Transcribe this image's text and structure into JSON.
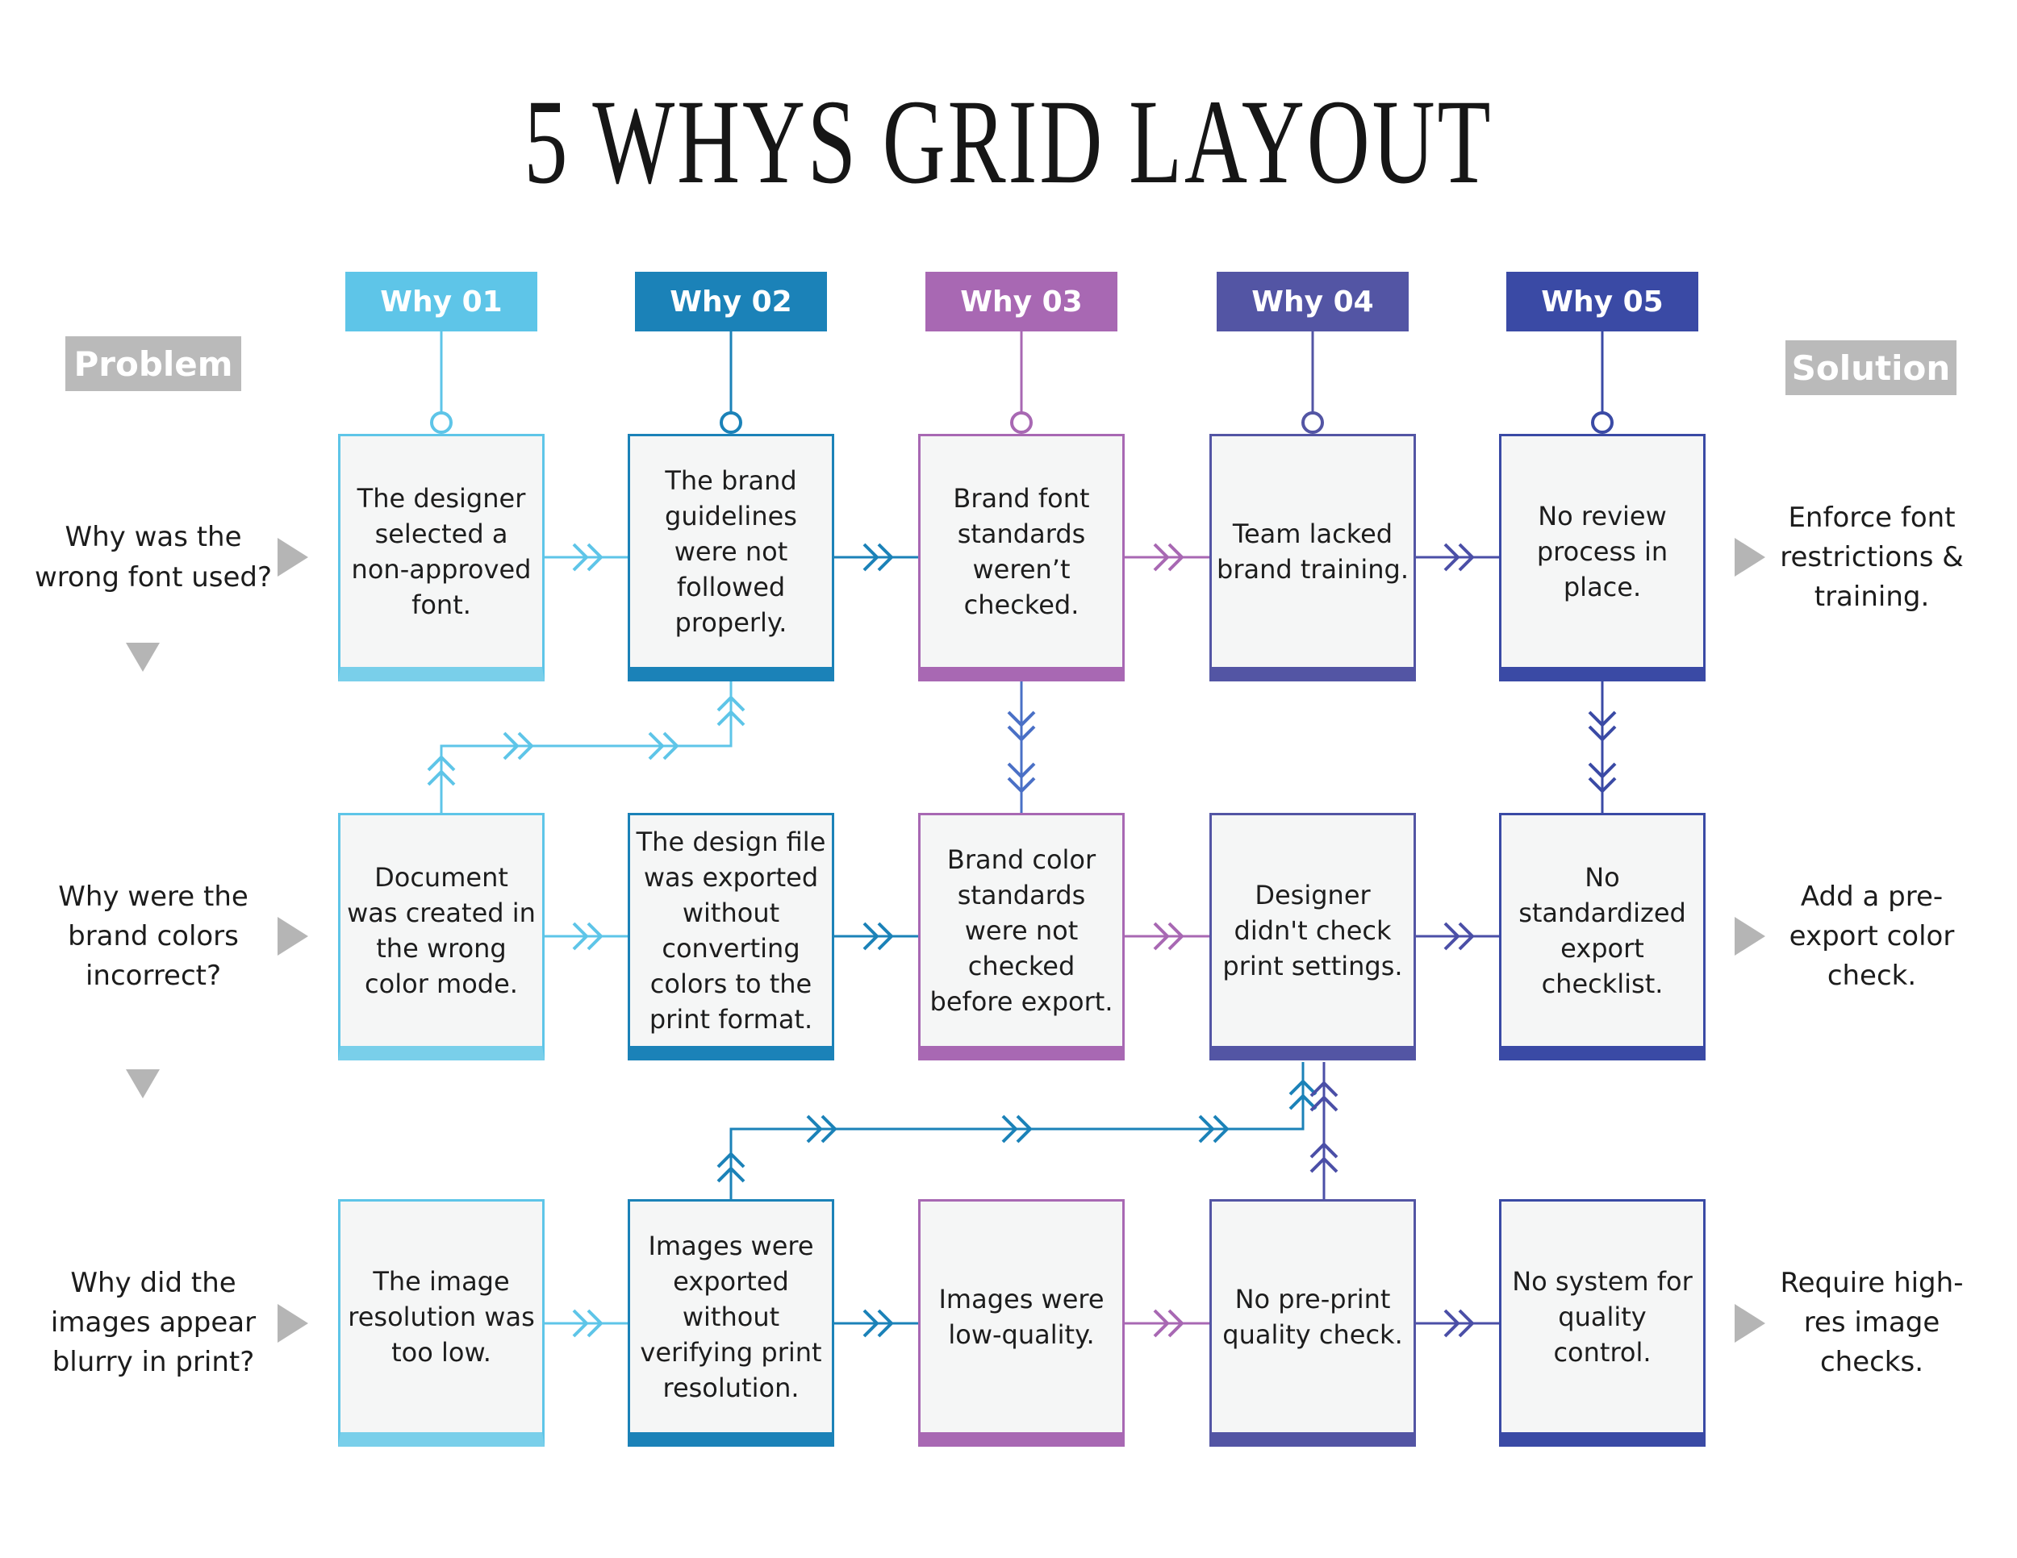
{
  "title": "5 WHYS GRID LAYOUT",
  "labels": {
    "problem": "Problem",
    "solution": "Solution"
  },
  "columns": [
    {
      "id": "why-01",
      "label": "Why 01",
      "color": "#5EC5E8"
    },
    {
      "id": "why-02",
      "label": "Why 02",
      "color": "#1B82B8"
    },
    {
      "id": "why-03",
      "label": "Why 03",
      "color": "#A868B3"
    },
    {
      "id": "why-04",
      "label": "Why 04",
      "color": "#5355A4"
    },
    {
      "id": "why-05",
      "label": "Why 05",
      "color": "#3A4AA5"
    }
  ],
  "rows": [
    {
      "question": "Why was the wrong font used?",
      "causes": [
        "The designer selected a non-approved font.",
        "The brand guidelines were not followed properly.",
        "Brand font standards weren’t checked.",
        "Team lacked brand training.",
        "No review process in place."
      ],
      "solution": "Enforce font restrictions & training."
    },
    {
      "question": "Why were the brand colors incorrect?",
      "causes": [
        "Document was created in the wrong color mode.",
        "The design file was exported without converting colors to the print format.",
        "Brand color standards were not checked before export.",
        "Designer didn't check print settings.",
        "No standardized export checklist."
      ],
      "solution": "Add a pre-export color check."
    },
    {
      "question": "Why did the images appear blurry in print?",
      "causes": [
        "The image resolution was too low.",
        "Images were exported without verifying print resolution.",
        "Images were low-quality.",
        "No pre-print quality check.",
        "No system for quality control."
      ],
      "solution": "Require high-res image checks."
    }
  ],
  "colors": {
    "why_01": "#5EC5E8",
    "why_01_bar": "#79CFEA",
    "why_02": "#1B82B8",
    "why_03": "#A868B3",
    "why_04": "#5355A4",
    "why_04_connector": "#4B4FA7",
    "why_05": "#3A4AA5",
    "cross_link_blue": "#4A70C6",
    "label_gray": "#BABABA",
    "arrow_gray": "#B5B5B5",
    "box_fill": "#F5F6F6",
    "text": "#1D1D1D"
  }
}
